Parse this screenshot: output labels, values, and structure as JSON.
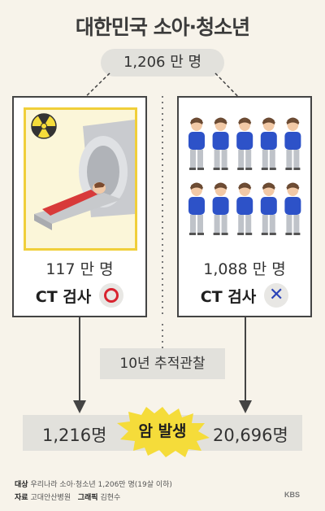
{
  "title": "대한민국 소아·청소년",
  "total": "1,206 만 명",
  "left_panel": {
    "count": "117 만 명",
    "label": "CT 검사",
    "mark": "circle-mark"
  },
  "right_panel": {
    "count": "1,088 만 명",
    "label": "CT 검사",
    "mark": "x-mark"
  },
  "follow_up": "10년 추적관찰",
  "results": {
    "left": "1,216명",
    "center": "암 발생",
    "right": "20,696명"
  },
  "footer": {
    "subject_label": "대상",
    "subject_text": "우리나라 소아·청소년 1,206만 명(19살 이하)",
    "source_label": "자료",
    "source_text": "고대안산병원",
    "graphic_label": "그래픽",
    "graphic_text": "김현수",
    "brand": "KBS"
  },
  "colors": {
    "background": "#f7f3ea",
    "highlight": "#f5dc3a",
    "circle_mark": "#d8232f",
    "x_mark": "#2a43b8"
  }
}
